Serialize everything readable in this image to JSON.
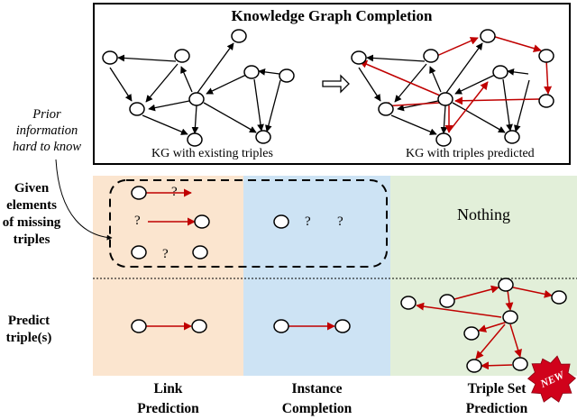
{
  "title": "Knowledge Graph Completion",
  "captions": {
    "left": "KG with existing triples",
    "right": "KG with triples predicted"
  },
  "prior_note": [
    "Prior",
    "information",
    "hard to know"
  ],
  "row_labels": {
    "given": [
      "Given",
      "elements",
      "of missing",
      "triples"
    ],
    "predict": [
      "Predict",
      "triple(s)"
    ]
  },
  "columns": {
    "link": [
      "Link",
      "Prediction"
    ],
    "instance": [
      "Instance",
      "Completion"
    ],
    "triple_set": [
      "Triple Set",
      "Prediction"
    ]
  },
  "question_mark": "?",
  "nothing_text": "Nothing",
  "badge_text": "NEW",
  "colors": {
    "link_bg": "#fbe5cf",
    "instance_bg": "#cde3f4",
    "triple_set_bg": "#e2efd9",
    "predicted_edge": "#c00000",
    "existing_edge": "#000000",
    "badge": "#d0021b"
  }
}
